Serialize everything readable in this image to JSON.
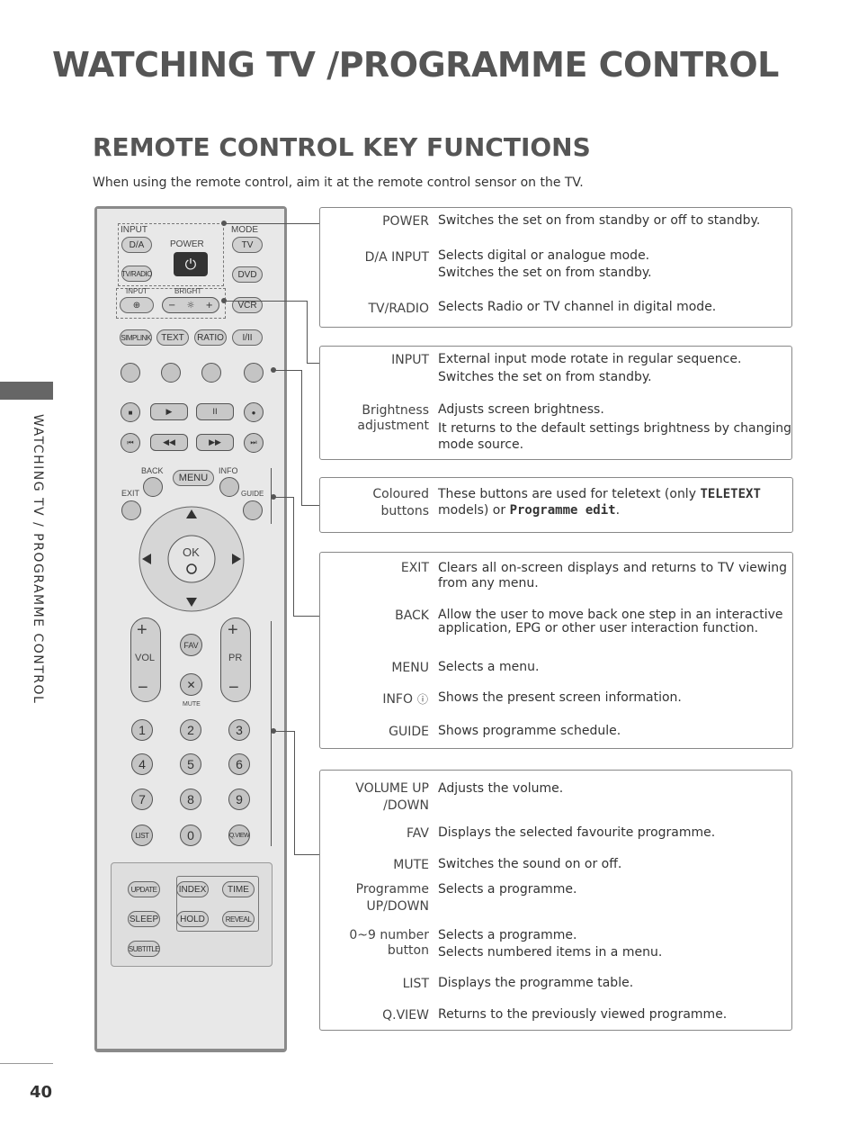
{
  "page": {
    "title": "WATCHING TV /PROGRAMME CONTROL",
    "section_title": "REMOTE CONTROL KEY FUNCTIONS",
    "intro": "When using the remote control, aim it at the remote control sensor on the TV.",
    "side_label": "WATCHING TV / PROGRAMME CONTROL",
    "page_number": "40"
  },
  "remote": {
    "input_label": "INPUT",
    "mode_label": "MODE",
    "power_label": "POWER",
    "da": "D/A",
    "tv": "TV",
    "tvradio": "TV/RADIO",
    "dvd": "DVD",
    "input_small": "INPUT",
    "bright": "BRIGHT",
    "vcr": "VCR",
    "simplink": "SIMPLINK",
    "text": "TEXT",
    "ratio": "RATIO",
    "i_ii": "I/II",
    "back": "BACK",
    "menu": "MENU",
    "info": "INFO",
    "exit": "EXIT",
    "guide": "GUIDE",
    "ok": "OK",
    "vol": "VOL",
    "fav": "FAV",
    "pr": "PR",
    "mute": "MUTE",
    "n1": "1",
    "n2": "2",
    "n3": "3",
    "n4": "4",
    "n5": "5",
    "n6": "6",
    "n7": "7",
    "n8": "8",
    "n9": "9",
    "list": "LIST",
    "n0": "0",
    "qview": "Q.VIEW",
    "update": "UPDATE",
    "index": "INDEX",
    "time": "TIME",
    "sleep": "SLEEP",
    "hold": "HOLD",
    "reveal": "REVEAL",
    "subtitle": "SUBTITLE"
  },
  "box1": {
    "power_key": "POWER",
    "power_desc": "Switches the set on from standby or off to standby.",
    "da_key": "D/A INPUT",
    "da_desc1": "Selects digital or analogue mode.",
    "da_desc2": "Switches the set on from standby.",
    "tvradio_key": "TV/RADIO",
    "tvradio_desc": "Selects Radio or TV channel in digital mode."
  },
  "box2": {
    "input_key": "INPUT",
    "input_desc1": "External input mode rotate in regular sequence.",
    "input_desc2": "Switches the set on from standby.",
    "bright_key1": "Brightness",
    "bright_key2": "adjustment",
    "bright_desc1": "Adjusts screen brightness.",
    "bright_desc2": "It returns to the default settings brightness by changing",
    "bright_desc3": "mode source."
  },
  "box3": {
    "key1": "Coloured",
    "key2": "buttons",
    "desc_a": "These buttons are used for teletext (only ",
    "teletext": "TELETEXT",
    "desc_b": "models) or ",
    "prog_edit": "Programme edit",
    "desc_c": "."
  },
  "box4": {
    "exit_key": "EXIT",
    "exit_desc": "Clears all on-screen displays and returns to TV viewing from any menu.",
    "back_key": "BACK",
    "back_desc1": "Allow the user to move back one step in an interactive",
    "back_desc2": "application, EPG or other user interaction function.",
    "menu_key": "MENU",
    "menu_desc": "Selects a menu.",
    "info_key": "INFO",
    "info_desc": "Shows the present screen information.",
    "guide_key": "GUIDE",
    "guide_desc": "Shows programme schedule."
  },
  "box5": {
    "vol_key1": "VOLUME UP",
    "vol_key2": "/DOWN",
    "vol_desc": "Adjusts the volume.",
    "fav_key": "FAV",
    "fav_desc": "Displays the selected favourite programme.",
    "mute_key": "MUTE",
    "mute_desc": "Switches the sound on or off.",
    "prog_key1": "Programme",
    "prog_key2": "UP/DOWN",
    "prog_desc": "Selects a programme.",
    "num_key1": "0~9 number",
    "num_key2": "button",
    "num_desc1": "Selects a programme.",
    "num_desc2": "Selects numbered items in a menu.",
    "list_key": "LIST",
    "list_desc": "Displays the programme table.",
    "qview_key": "Q.VIEW",
    "qview_desc": "Returns to the previously viewed programme."
  }
}
